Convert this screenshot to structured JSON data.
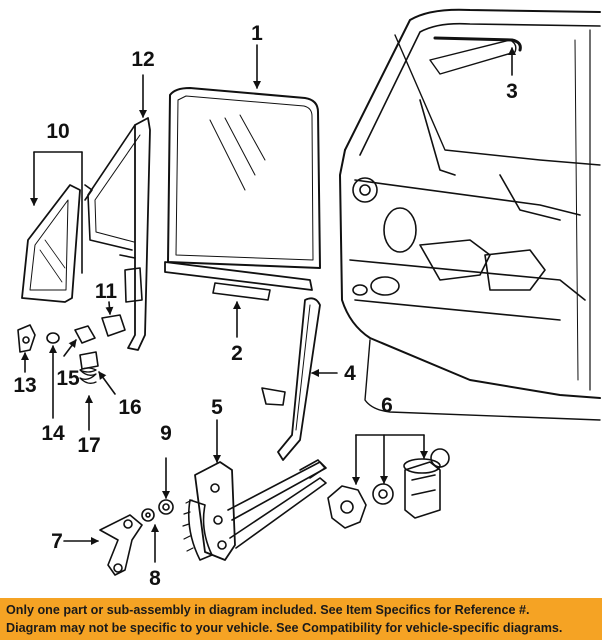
{
  "diagram": {
    "callouts": [
      "1",
      "2",
      "3",
      "4",
      "5",
      "6",
      "7",
      "8",
      "9",
      "10",
      "11",
      "12",
      "13",
      "14",
      "15",
      "16",
      "17"
    ]
  },
  "banner": {
    "line1": "Only one part or sub-assembly in diagram included. See Item Specifics for Reference #.",
    "line2": "Diagram may not be specific to your vehicle. See Compatibility for vehicle-specific diagrams."
  },
  "colors": {
    "banner_bg": "#f5a324",
    "ink": "#111111"
  }
}
